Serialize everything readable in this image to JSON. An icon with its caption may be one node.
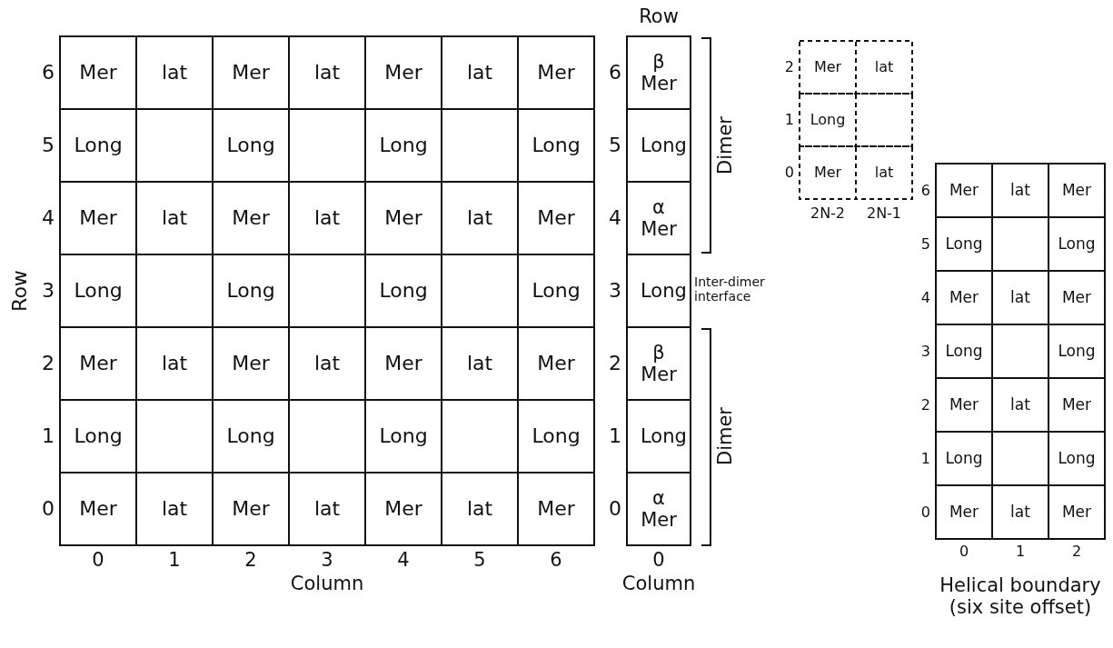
{
  "diagram": {
    "labels": [
      "Row",
      "6",
      "Mer",
      "lat",
      "Mer",
      "lat",
      "Mer",
      "lat",
      "Mer",
      "5",
      "Long",
      "Long",
      "Long",
      "Long",
      "4",
      "Mer",
      "lat",
      "Mer",
      "lat",
      "Mer",
      "lat",
      "Mer",
      "3",
      "Long",
      "Long",
      "Long",
      "Long",
      "2",
      "Mer",
      "lat",
      "Mer",
      "lat",
      "Mer",
      "lat",
      "Mer",
      "1",
      "Long",
      "Long",
      "Long",
      "Long",
      "0",
      "Mer",
      "lat",
      "Mer",
      "lat",
      "Mer",
      "lat",
      "Mer",
      "Row",
      "0",
      "1",
      "2",
      "3",
      "4",
      "5",
      "6",
      "Column",
      "6",
      "β Mer",
      "5",
      "Long",
      "4",
      "α Mer",
      "3",
      "Long",
      "2",
      "β Mer",
      "1",
      "Long",
      "0",
      "α Mer",
      "Dimer",
      "Inter-dimer interface",
      "Dimer",
      "0",
      "Column",
      "2",
      "Mer",
      "lat",
      "1",
      "Long",
      "0",
      "Mer",
      "lat",
      "2N-2",
      "2N-1",
      "6",
      "Mer",
      "lat",
      "Mer",
      "5",
      "Long",
      "Long",
      "4",
      "Mer",
      "lat",
      "Mer",
      "3",
      "Long",
      "Long",
      "2",
      "Mer",
      "lat",
      "Mer",
      "1",
      "Long",
      "Long",
      "0",
      "Mer",
      "lat",
      "Mer",
      "0",
      "1",
      "2",
      "Helical boundary (six site offset)"
    ]
  }
}
